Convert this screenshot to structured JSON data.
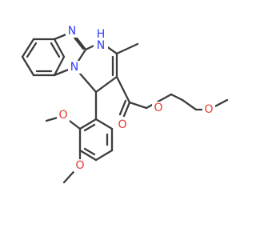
{
  "atom_labels": {
    "n_ring_top": "N",
    "nh": "H",
    "nh_h": "N",
    "n_ring_mid": "N",
    "o_methoxy_upper": "O",
    "o_methoxy_lower": "O",
    "o_carbonyl": "O",
    "o_ester": "O",
    "o_ether": "O"
  },
  "colors": {
    "bond": "#3c3c3c",
    "nitrogen": "#2f3cf6",
    "oxygen": "#e83a2e",
    "background": "#ffffff"
  }
}
